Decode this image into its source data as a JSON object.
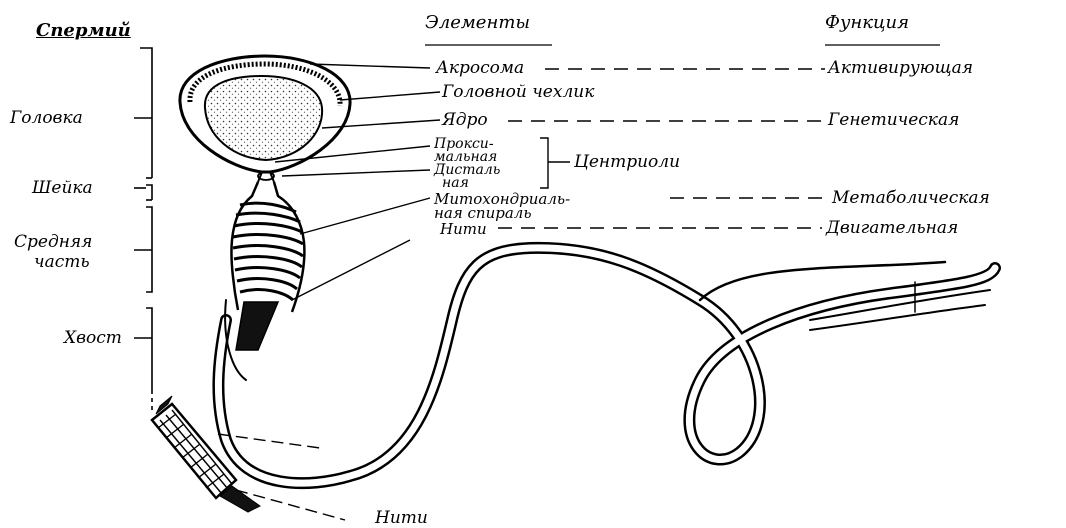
{
  "headers": {
    "sperm": "Спермий",
    "elements": "Элементы",
    "function": "Функция"
  },
  "regions": {
    "head": "Головка",
    "neck": "Шейка",
    "midpiece_line1": "Средняя",
    "midpiece_line2": "часть",
    "tail": "Хвост"
  },
  "elements": {
    "acrosome": "Акросома",
    "head_cap": "Головной чехлик",
    "nucleus": "Ядро",
    "proximal_line1": "Прокси-",
    "proximal_line2": "мальная",
    "distal_line1": "Дисталь",
    "distal_line2": "ная",
    "centrioles": "Центриоли",
    "mito_line1": "Митохондриаль-",
    "mito_line2": "ная спираль",
    "filaments": "Нити",
    "filaments_bottom": "Нити"
  },
  "functions": {
    "activating": "Активирующая",
    "genetic": "Генетическая",
    "metabolic": "Метаболическая",
    "motor": "Двигательная"
  }
}
